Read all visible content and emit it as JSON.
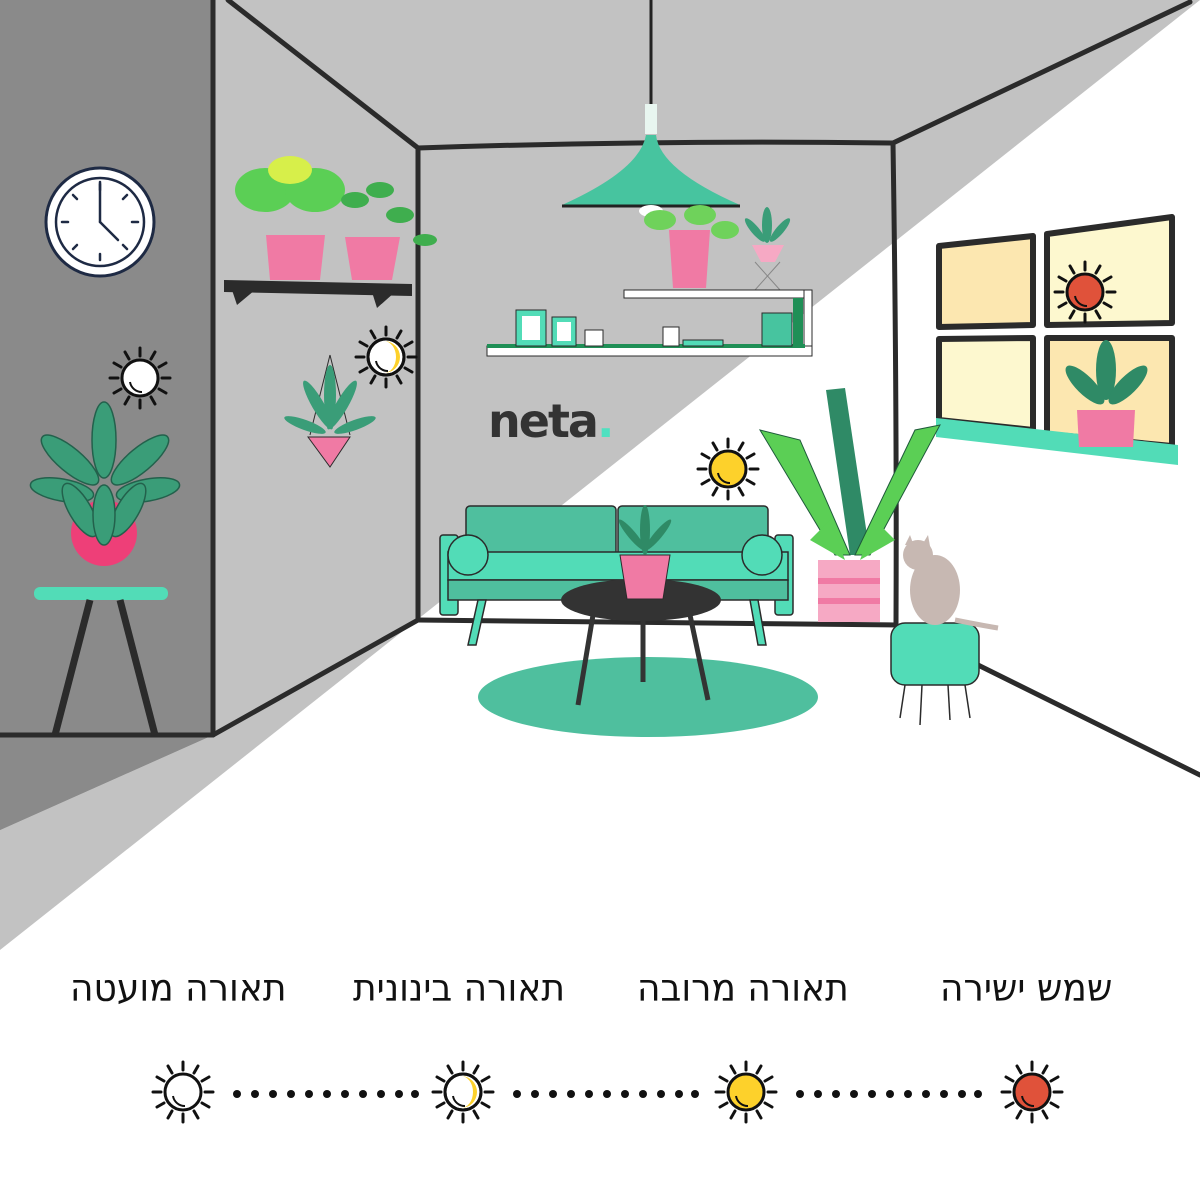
{
  "brand": {
    "name": "neta",
    "dot": ".",
    "dot_color": "#4fe0c0",
    "text_color": "#333333"
  },
  "colors": {
    "dark_wall": "#8a8a8a",
    "mid_wall": "#c2c2c2",
    "light_area": "#ffffff",
    "outline": "#2b2b2b",
    "teal": "#52dcb7",
    "teal_dark": "#4fbf9e",
    "pink": "#f07aa4",
    "window_fill": "#fce7b0",
    "window_fill_light": "#fdf8cf",
    "sun_red": "#e0523a",
    "sun_yellow": "#fdd12b",
    "sun_white": "#ffffff"
  },
  "legend": {
    "items": [
      {
        "label": "תאורה מועטה",
        "meaning": "low light",
        "icon": "sun-white-icon",
        "fill": "#ffffff"
      },
      {
        "label": "תאורה בינונית",
        "meaning": "medium light",
        "icon": "sun-half-yellow-icon",
        "fill": "#fdd12b"
      },
      {
        "label": "תאורה מרובה",
        "meaning": "bright light",
        "icon": "sun-yellow-icon",
        "fill": "#fdd12b"
      },
      {
        "label": "שמש ישירה",
        "meaning": "direct sun",
        "icon": "sun-red-icon",
        "fill": "#e0523a"
      }
    ]
  },
  "scene": {
    "clock": {
      "icon": "clock-icon",
      "time": "4:00"
    },
    "markers": [
      {
        "zone": "left dark wall",
        "icon": "sun-white-icon"
      },
      {
        "zone": "middle grey wall",
        "icon": "sun-half-yellow-icon"
      },
      {
        "zone": "near window floor",
        "icon": "sun-yellow-icon"
      },
      {
        "zone": "window",
        "icon": "sun-red-icon"
      }
    ]
  }
}
